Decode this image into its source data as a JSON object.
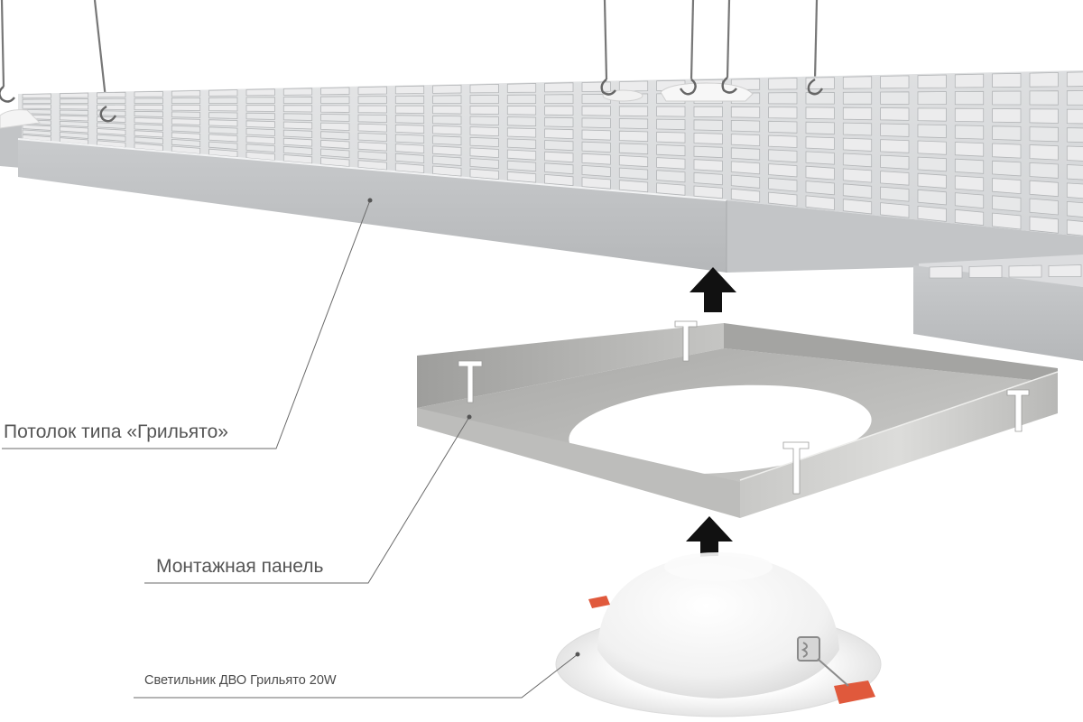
{
  "labels": {
    "ceiling": "Потолок типа «Грильято»",
    "panel": "Монтажная панель",
    "luminaire": "Светильник ДВО Грильято 20W"
  },
  "colors": {
    "background": "#ffffff",
    "grid_top": "#d2d4d6",
    "grid_face": "#bfc1c3",
    "grid_cell": "#e9eaeb",
    "panel_metal": "#c4c4c3",
    "arrow": "#111111",
    "clip": "#e0593c",
    "leader_line": "#555555"
  },
  "icons": [
    "arrow-up-icon",
    "hanger-hook-icon",
    "t-slot-icon",
    "spring-clip-icon"
  ]
}
